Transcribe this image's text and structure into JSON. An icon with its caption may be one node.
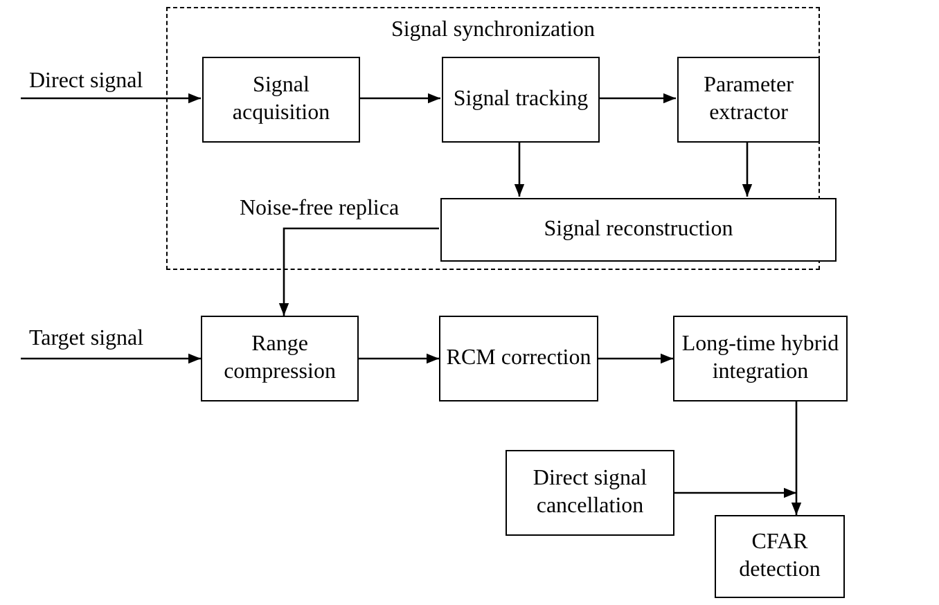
{
  "diagram": {
    "nodes": [
      {
        "text": [
          "Signal synchronization"
        ]
      },
      {
        "text": [
          "Signal acquisition"
        ],
        "in": 0
      },
      {
        "text": [
          "Signal tracking"
        ],
        "in": 0
      },
      {
        "text": [
          "Parameter extractor"
        ],
        "in": 0
      },
      {
        "text": [
          "Signal reconstruction"
        ],
        "in": 0
      },
      {
        "text": [
          "Range compression"
        ]
      },
      {
        "text": [
          "RCM correction"
        ]
      },
      {
        "text": [
          "Long-time hybrid integration"
        ]
      },
      {
        "text": [
          "Direct signal cancellation"
        ]
      },
      {
        "text": [
          "CFAR detection"
        ]
      }
    ],
    "edges": [
      {
        "from": null,
        "to": 1,
        "arrow": "to",
        "label": "Direct signal"
      },
      {
        "from": 1,
        "to": 2,
        "arrow": "to"
      },
      {
        "from": 2,
        "to": 3,
        "arrow": "to"
      },
      {
        "from": 2,
        "to": 4,
        "arrow": "to"
      },
      {
        "from": 3,
        "to": 4,
        "arrow": "to"
      },
      {
        "from": 4,
        "to": 5,
        "arrow": "to",
        "label": "Noise-free replica"
      },
      {
        "from": null,
        "to": 5,
        "arrow": "to",
        "label": "Target signal"
      },
      {
        "from": 5,
        "to": 6,
        "arrow": "to"
      },
      {
        "from": 6,
        "to": 7,
        "arrow": "to"
      },
      {
        "from": 7,
        "to": 9,
        "arrow": "to"
      },
      {
        "from": 8,
        "to": 9,
        "arrow": "to"
      }
    ]
  }
}
